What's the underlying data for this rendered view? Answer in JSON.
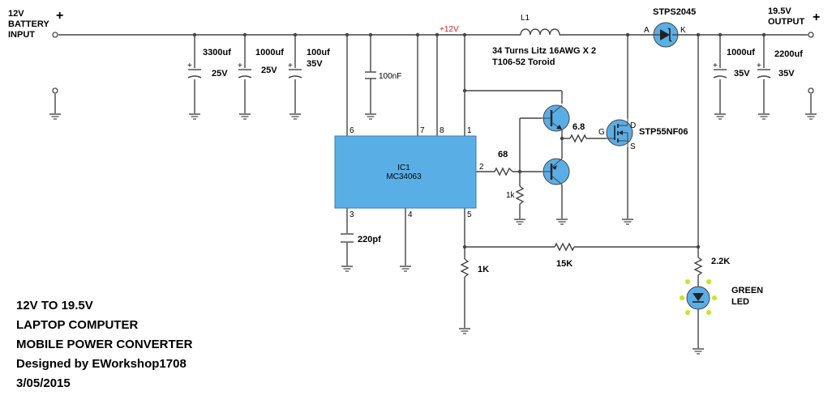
{
  "input": {
    "voltage": "12V",
    "line1": "BATTERY",
    "line2": "INPUT",
    "plus": "+"
  },
  "output": {
    "voltage": "19.5V",
    "label": "OUTPUT",
    "plus": "+"
  },
  "rail_label": "+12V",
  "capacitors": {
    "c1_value": "3300uf",
    "c1_voltage": "25V",
    "c2_value": "1000uf",
    "c2_voltage": "25V",
    "c3_value": "100uf",
    "c3_voltage": "35V",
    "c4_value": "100nF",
    "c5_value": "1000uf",
    "c5_voltage": "35V",
    "c6_value": "2200uf",
    "c6_voltage": "35V",
    "c7_value": "220pf"
  },
  "inductor": {
    "name": "L1",
    "line1": "34 Turns Litz 16AWG X 2",
    "line2": "T106-52 Toroid"
  },
  "diode": {
    "name": "STPS2045",
    "anode": "A",
    "cathode": "K"
  },
  "ic": {
    "name": "IC1",
    "part": "MC34063",
    "pins": [
      "6",
      "7",
      "8",
      "1",
      "2",
      "3",
      "4",
      "5"
    ]
  },
  "resistors": {
    "r_base": "68",
    "r_pulldown": "1k",
    "r_gate": "6.8",
    "r_bottom": "1K",
    "r_feedback": "15K",
    "r_led": "2.2K"
  },
  "mosfet": {
    "name": "STP55NF06",
    "gate": "G",
    "drain": "D",
    "source": "S"
  },
  "led": {
    "line1": "GREEN",
    "line2": "LED",
    "glow_color": "#c8e61e"
  },
  "colors": {
    "ic_fill": "#5aaee6",
    "part_fill": "#5aaee6",
    "rail_label": "#e02020"
  },
  "title": {
    "line1": "12V TO 19.5V",
    "line2": "LAPTOP COMPUTER",
    "line3": "MOBILE POWER CONVERTER",
    "line4": "Designed by EWorkshop1708",
    "line5": "3/05/2015"
  }
}
